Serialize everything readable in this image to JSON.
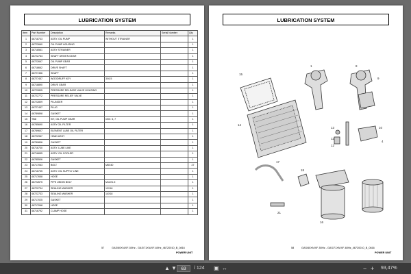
{
  "left_page": {
    "title": "LUBRICATION SYSTEM",
    "columns": [
      "Item",
      "Part Number",
      "Description",
      "Remarks",
      "Serial Number",
      "Qty"
    ],
    "rows": [
      [
        "1",
        "46718733",
        "ASSY. OIL PUMP",
        "WITHOUT STRAINER",
        "",
        "1"
      ],
      [
        "2",
        "46722660",
        "OIL PUMP HOUSING",
        "",
        "",
        "1"
      ],
      [
        "3",
        "46718561",
        "ASSY STRAINER",
        "",
        "",
        "1"
      ],
      [
        "4",
        "46722764",
        "SHAFT DRIVEN GEAR",
        "",
        "",
        "1"
      ],
      [
        "5",
        "46722667",
        "OIL PUMP GEAR",
        "",
        "",
        "1"
      ],
      [
        "6",
        "46718662",
        "DRIVE SHAFT",
        "",
        "",
        "1"
      ],
      [
        "7",
        "46727456",
        "SHAFT",
        "",
        "",
        "1"
      ],
      [
        "8",
        "46727457",
        "WOODRUFF KEY",
        "3X6.5",
        "",
        "1"
      ],
      [
        "9",
        "46718890",
        "DRIVE GEAR",
        "",
        "",
        "1"
      ],
      [
        "10",
        "46722805",
        "PRESSURE RELEASE VALVE HOUSING",
        "",
        "",
        "1"
      ],
      [
        "11",
        "46722772",
        "PRESSURE RELIEF VALVE",
        "",
        "",
        "1"
      ],
      [
        "12",
        "46722809",
        "PLUNGER",
        "",
        "",
        "1"
      ],
      [
        "13",
        "46727457",
        "PLUG",
        "",
        "",
        "1"
      ],
      [
        "14",
        "46789898",
        "GASKET",
        "",
        "",
        "1"
      ],
      [
        "15",
        "TBD",
        "KIT, OIL PUMP GEAR",
        "refer. 6, 7",
        "",
        "1"
      ],
      [
        "16",
        "46785690",
        "ASSY OIL FILTER",
        "",
        "",
        "1"
      ],
      [
        "17",
        "46789607",
        "ELEMENT LUBE OIL FILTER",
        "",
        "",
        "1"
      ],
      [
        "18",
        "46722967",
        "HEAD ASSY",
        "",
        "",
        "1"
      ],
      [
        "19",
        "46789806",
        "GASKET",
        "",
        "",
        "1"
      ],
      [
        "20",
        "46716730",
        "ASSY. LUBE LINE",
        "",
        "",
        "1"
      ],
      [
        "21",
        "46716655",
        "ASSY. OIL COOLER",
        "",
        "",
        "1"
      ],
      [
        "22",
        "46785506",
        "GASKET",
        "",
        "",
        "1"
      ],
      [
        "23",
        "46717063",
        "BOLT",
        "M6X40",
        "",
        "27"
      ],
      [
        "24",
        "46716735",
        "ASSY. OIL SUPPLY LINE",
        "",
        "",
        "1"
      ],
      [
        "25",
        "46717658",
        "HOSE",
        "",
        "",
        "1"
      ],
      [
        "26",
        "46722675",
        "PIPE UNION BOLT",
        "M12X1.5",
        "",
        "1"
      ],
      [
        "27",
        "46722734",
        "SEALING WASHER",
        "12X16",
        "",
        "1"
      ],
      [
        "28",
        "46722733",
        "SEALING WASHER",
        "14X18",
        "",
        "1"
      ],
      [
        "29",
        "46717025",
        "GASKET",
        "",
        "",
        "1"
      ],
      [
        "30",
        "46717068",
        "HOSE",
        "",
        "",
        "1"
      ],
      [
        "31",
        "46716792",
        "CLAMP HOSE",
        "",
        "",
        "1"
      ]
    ],
    "page_number": "57",
    "doc_ref": "GAS/60XN/XF-50Hz - GAS/71XN/XF-60Hz_46720010_B_0816",
    "unit": "POWER UNIT"
  },
  "right_page": {
    "title": "LUBRICATION SYSTEM",
    "callouts": [
      "15",
      "1",
      "8",
      "9",
      "14",
      "17",
      "13",
      "11",
      "12",
      "10",
      "21",
      "18",
      "16",
      "4"
    ],
    "page_number": "58",
    "doc_ref": "GAS/60XN/XF-50Hz - GAS/71XN/XF-60Hz_46720010_B_0816",
    "unit": "POWER UNIT"
  },
  "viewer": {
    "current_page": "63",
    "total_pages": "/ 124",
    "zoom": "93,47%"
  }
}
